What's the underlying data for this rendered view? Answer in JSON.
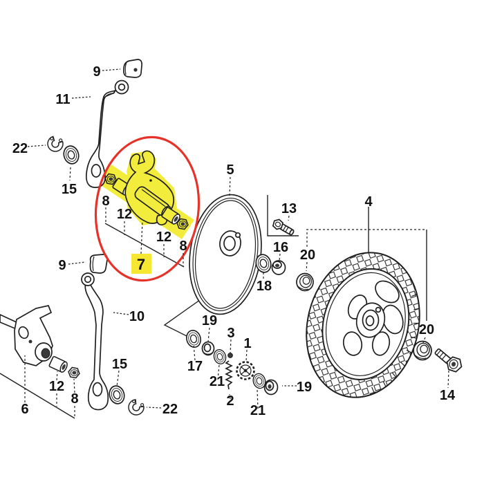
{
  "figure": {
    "type": "exploded-parts-diagram",
    "subject": "Mower wheel assembly exploded parts diagram",
    "highlight_color": "#f2ec3d",
    "highlight_circle_color": "#e63229",
    "highlighted_part": "7",
    "part_labels": [
      {
        "part": "9",
        "area": "top"
      },
      {
        "part": "11",
        "area": "upper-lever"
      },
      {
        "part": "22",
        "area": "upper-left"
      },
      {
        "part": "15",
        "area": "upper-left"
      },
      {
        "part": "8",
        "area": "axle-left"
      },
      {
        "part": "12",
        "area": "axle-left"
      },
      {
        "part": "7",
        "area": "highlighted"
      },
      {
        "part": "12",
        "area": "axle-right"
      },
      {
        "part": "8",
        "area": "axle-right"
      },
      {
        "part": "5",
        "area": "wheel-cover"
      },
      {
        "part": "13",
        "area": "bolt"
      },
      {
        "part": "16",
        "area": "nut"
      },
      {
        "part": "18",
        "area": "washer"
      },
      {
        "part": "20",
        "area": "wheel-left"
      },
      {
        "part": "4",
        "area": "wheel"
      },
      {
        "part": "20",
        "area": "wheel-right"
      },
      {
        "part": "14",
        "area": "bolt-lower-right"
      },
      {
        "part": "9",
        "area": "lower-block"
      },
      {
        "part": "10",
        "area": "lower-lever"
      },
      {
        "part": "6",
        "area": "pivot-bracket"
      },
      {
        "part": "12",
        "area": "lower"
      },
      {
        "part": "8",
        "area": "lower"
      },
      {
        "part": "15",
        "area": "lower"
      },
      {
        "part": "22",
        "area": "lower"
      },
      {
        "part": "17",
        "area": "axle-chain"
      },
      {
        "part": "19",
        "area": "axle-chain-upper"
      },
      {
        "part": "3",
        "area": "axle-chain"
      },
      {
        "part": "1",
        "area": "axle-chain"
      },
      {
        "part": "21",
        "area": "axle-chain-left"
      },
      {
        "part": "2",
        "area": "spring"
      },
      {
        "part": "21",
        "area": "axle-chain-right"
      },
      {
        "part": "19",
        "area": "axle-chain-right"
      }
    ]
  }
}
